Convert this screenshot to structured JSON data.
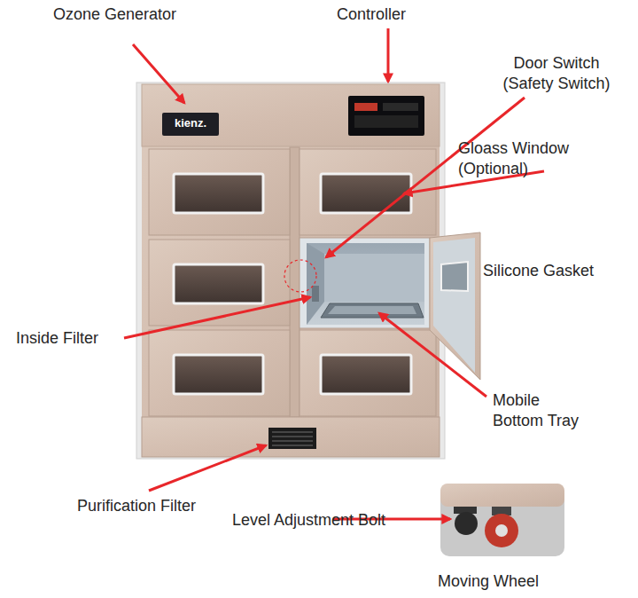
{
  "diagram": {
    "labels": [
      "Ozone Generator",
      "Controller",
      "Door Switch (Safety Switch)",
      "kienz.",
      "Gloass Window (Optional)",
      "Silicone Gasket",
      "Inside Filter",
      "Mobile Bottom Tray",
      "Purification Filter",
      "Level Adjustment Bolt",
      "Moving Wheel"
    ]
  }
}
